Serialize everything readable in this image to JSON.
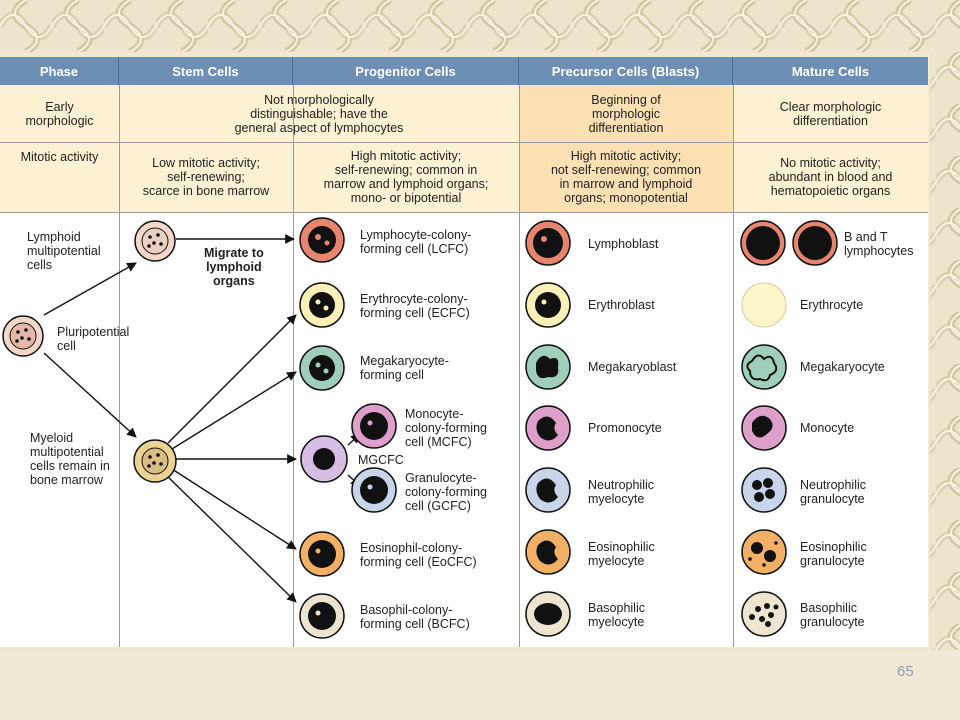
{
  "columns": [
    {
      "label": "Phase"
    },
    {
      "label": "Stem Cells"
    },
    {
      "label": "Progenitor Cells"
    },
    {
      "label": "Precursor Cells (Blasts)"
    },
    {
      "label": "Mature Cells"
    }
  ],
  "rows": {
    "early": {
      "phase": "Early\nmorphologic",
      "stem_progenitor": "Not morphologically\ndistinguishable; have the\ngeneral aspect of lymphocytes",
      "precursor": "Beginning of\nmorphologic\ndifferentiation",
      "mature": "Clear morphologic\ndifferentiation"
    },
    "mitotic": {
      "phase": "Mitotic activity",
      "stem": "Low mitotic activity;\nself-renewing;\nscarce in bone marrow",
      "progenitor": "High mitotic activity;\nself-renewing; common in\nmarrow and lymphoid organs;\nmono- or bipotential",
      "precursor": "High mitotic activity;\nnot self-renewing; common\nin marrow and lymphoid\norgans; monopotential",
      "mature": "No mitotic activity;\nabundant in blood and\nhematopoietic organs"
    }
  },
  "stem": {
    "lymphoid": "Lymphoid\nmultipotential\ncells",
    "pluripotential": "Pluripotential\ncell",
    "myeloid": "Myeloid\nmultipotential\ncells remain in\nbone marrow",
    "migrate": "Migrate to\nlymphoid\norgans"
  },
  "progenitors": {
    "lcfc": "Lymphocyte-colony-\nforming cell (LCFC)",
    "ecfc": "Erythrocyte-colony-\nforming cell (ECFC)",
    "mega": "Megakaryocyte-\nforming cell",
    "mcfc": "Monocyte-\ncolony-forming\ncell (MCFC)",
    "mgcfc": "MGCFC",
    "gcfc": "Granulocyte-\ncolony-forming\ncell (GCFC)",
    "eocfc": "Eosinophil-colony-\nforming cell (EoCFC)",
    "bcfc": "Basophil-colony-\nforming cell (BCFC)"
  },
  "precursors": {
    "lymphoblast": "Lymphoblast",
    "erythroblast": "Erythroblast",
    "megakaryoblast": "Megakaryoblast",
    "promonocyte": "Promonocyte",
    "neutro": "Neutrophilic\nmyelocyte",
    "eosino": "Eosinophilic\nmyelocyte",
    "baso": "Basophilic\nmyelocyte"
  },
  "mature": {
    "bt": "B and T\nlymphocytes",
    "erythrocyte": "Erythrocyte",
    "megakaryocyte": "Megakaryocyte",
    "monocyte": "Monocyte",
    "neutro": "Neutrophilic\ngranulocyte",
    "eosino": "Eosinophilic\ngranulocyte",
    "baso": "Basophilic\ngranulocyte"
  },
  "colors": {
    "header": "#6e8fb5",
    "row_yellow": "#fdf1d3",
    "row_orange": "#fbe0b4",
    "lymph": "#e8856f",
    "eryth": "#fbf0b8",
    "mega": "#9fcfbb",
    "mono": "#dea0cb",
    "neutro": "#c8d4ea",
    "eosino": "#f2b066",
    "baso": "#ede5cf",
    "stem": "#f4d7c8",
    "myeloid": "#ecd292",
    "mgcfc": "#d7bde3"
  },
  "page_number": "65"
}
